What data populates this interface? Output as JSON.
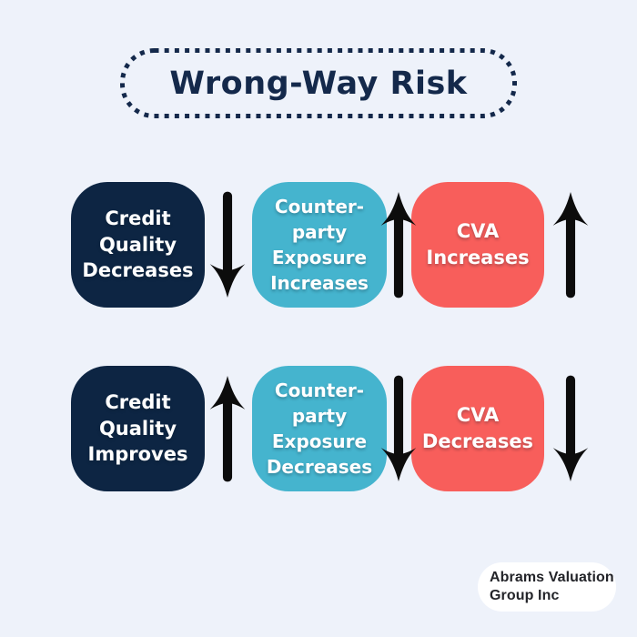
{
  "colors": {
    "background": "#eef2fa",
    "navy": "#0d2543",
    "teal": "#45b4ce",
    "coral": "#f85e5b",
    "arrow": "#0c0c0c",
    "title_text": "#14294b",
    "logo_bg": "#ffffff",
    "logo_text": "#232429"
  },
  "title": {
    "text": "Wrong-Way Risk"
  },
  "rows": [
    {
      "boxes": [
        {
          "label": "Credit\nQuality\nDecreases",
          "color": "navy"
        },
        {
          "label": "Counter-\nparty\nExposure\nIncreases",
          "color": "teal"
        },
        {
          "label": "CVA\nIncreases",
          "color": "coral"
        }
      ],
      "arrows": [
        "down",
        "up",
        "up"
      ]
    },
    {
      "boxes": [
        {
          "label": "Credit\nQuality\nImproves",
          "color": "navy"
        },
        {
          "label": "Counter-\nparty\nExposure\nDecreases",
          "color": "teal"
        },
        {
          "label": "CVA\nDecreases",
          "color": "coral"
        }
      ],
      "arrows": [
        "up",
        "down",
        "down"
      ]
    }
  ],
  "logo": {
    "text": "Abrams Valuation\nGroup Inc"
  }
}
